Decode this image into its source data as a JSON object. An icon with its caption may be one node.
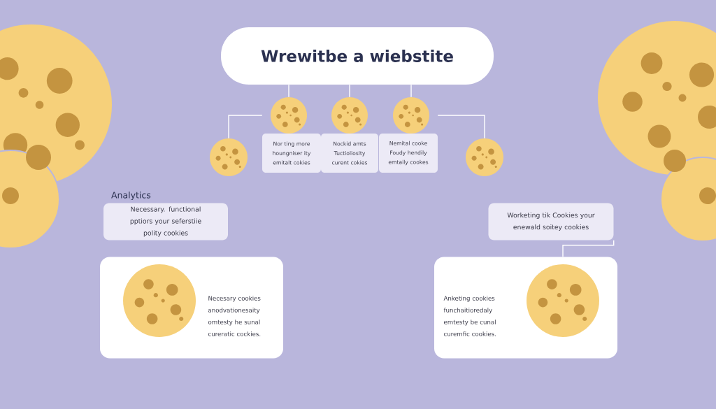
{
  "diagram": {
    "nodes": [
      {
        "text": [
          "Wrewitbe a wiebstite"
        ]
      },
      {
        "text": [],
        "shape": "picture"
      },
      {
        "text": [],
        "shape": "picture"
      },
      {
        "text": [],
        "shape": "picture"
      },
      {
        "text": [],
        "shape": "picture"
      },
      {
        "text": [],
        "shape": "picture"
      },
      {
        "text": [
          "Nor ting more houngniser ity emitalt cokies"
        ]
      },
      {
        "text": [
          "Nockid amts Tuctiolioslty curent cokies"
        ]
      },
      {
        "text": [
          "Nemital cooke Foudy hendily emtaily cookes"
        ]
      },
      {
        "text": [
          "Analytics",
          "Necessary. functional pptiors your seferstiie polity cookies"
        ]
      },
      {
        "text": [
          "Necesary cookies anodvationesaity omtesty he sunal cureratic cockies."
        ]
      },
      {
        "text": [
          "Worketing tik Cookies your enewald soitey cookies"
        ]
      },
      {
        "text": [
          "Anketing cookies funchaitioredaly emtesty be cunal curemfic cookies."
        ]
      }
    ],
    "edges": [
      {
        "from": 0,
        "to": 2,
        "arrow": "none"
      },
      {
        "from": 0,
        "to": 3,
        "arrow": "none"
      },
      {
        "from": 0,
        "to": 4,
        "arrow": "none"
      },
      {
        "from": 2,
        "to": 1,
        "arrow": "none"
      },
      {
        "from": 4,
        "to": 5,
        "arrow": "none"
      },
      {
        "from": 11,
        "to": 12,
        "arrow": "none"
      }
    ]
  }
}
